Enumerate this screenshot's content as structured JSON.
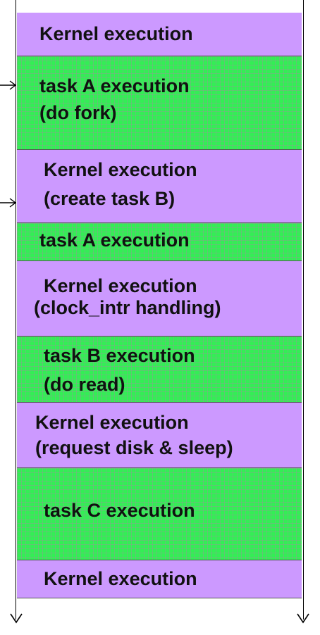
{
  "blocks": [
    {
      "kind": "kernel",
      "lines": [
        "Kernel execution"
      ]
    },
    {
      "kind": "task",
      "lines": [
        "task A execution",
        "(do fork)"
      ]
    },
    {
      "kind": "kernel",
      "lines": [
        "Kernel execution",
        "(create task B)"
      ]
    },
    {
      "kind": "task",
      "lines": [
        "task A execution"
      ]
    },
    {
      "kind": "kernel",
      "lines": [
        "Kernel execution",
        "(clock_intr handling)"
      ]
    },
    {
      "kind": "task",
      "lines": [
        "task B execution",
        "(do read)"
      ]
    },
    {
      "kind": "kernel",
      "lines": [
        "Kernel execution",
        "(request disk & sleep)"
      ]
    },
    {
      "kind": "task",
      "lines": [
        "task C execution"
      ]
    },
    {
      "kind": "kernel",
      "lines": [
        "Kernel execution"
      ]
    }
  ],
  "colors": {
    "kernel": "#cc99ff",
    "task": "#33ee55"
  }
}
